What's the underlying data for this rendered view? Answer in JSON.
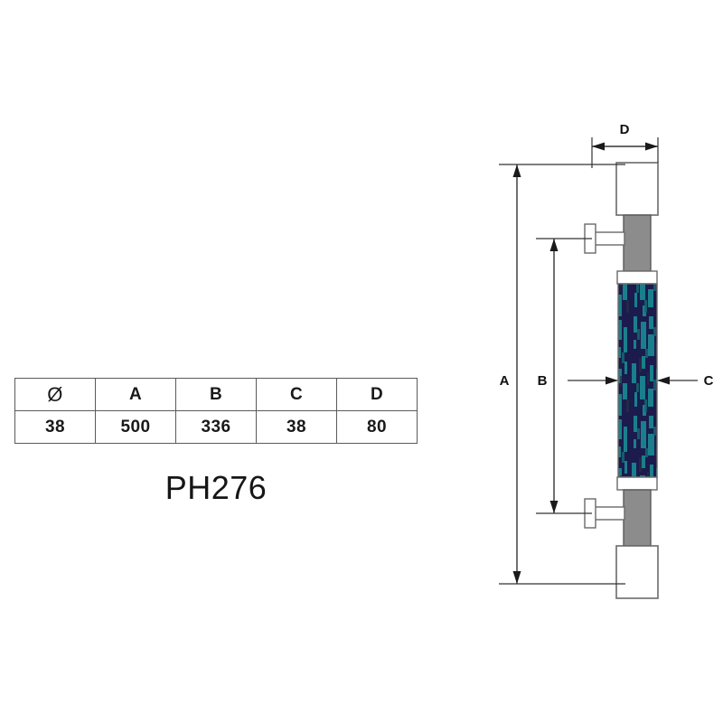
{
  "product": {
    "code": "PH276"
  },
  "spec_table": {
    "headers": [
      "Ø",
      "A",
      "B",
      "C",
      "D"
    ],
    "values": [
      "38",
      "500",
      "336",
      "38",
      "80"
    ]
  },
  "drawing": {
    "title": "pull-handle-elevation",
    "dimension_labels": {
      "a": "A",
      "b": "B",
      "c": "C",
      "d": "D"
    },
    "colors": {
      "handle_dark": "#1b1b4d",
      "handle_teal": "#1a7f8c",
      "metal_gray": "#8c8c8c",
      "outline": "#3f3f3f",
      "white": "#ffffff"
    }
  }
}
